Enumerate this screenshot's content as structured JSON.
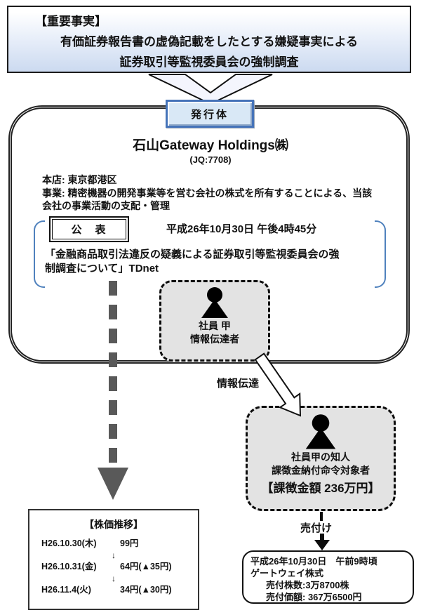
{
  "banner": {
    "line1": "【重要事実】",
    "line2": "有価証券報告書の虚偽記載をしたとする嫌疑事実による",
    "line3": "証券取引等監視委員会の強制調査"
  },
  "issuer_tag": {
    "label": "発行体"
  },
  "issuer": {
    "name": "石山Gateway Holdings㈱",
    "ticker": "(JQ:7708)",
    "head_office": "本店: 東京都港区",
    "business_line1": "事業: 精密機器の開発事業等を営む会社の株式を所有することによる、当該",
    "business_line2": "会社の事業活動の支配・管理"
  },
  "announcement": {
    "label": "公　表",
    "datetime": "平成26年10月30日 午後4時45分",
    "title_line1": "「金融商品取引法違反の疑義による証券取引等監視委員会の強",
    "title_line2": "制調査について」TDnet"
  },
  "employee": {
    "name": "社員 甲",
    "role": "情報伝達者"
  },
  "transfer": {
    "label": "情報伝達"
  },
  "acquaintance": {
    "name": "社員甲の知人",
    "role": "課徴金納付命令対象者",
    "penalty": "【課徴金額 236万円】"
  },
  "sale": {
    "label": "売付け",
    "datetime": "平成26年10月30日　午前9時頃",
    "stock_name": "ゲートウェイ株式",
    "shares": "売付株数:3万8700株",
    "amount": "売付価額: 367万6500円"
  },
  "stock_chart": {
    "type": "table",
    "title": "【株価推移】",
    "arrow": "↓",
    "rows": [
      {
        "date": "H26.10.30(木)",
        "price": "99円"
      },
      {
        "date": "H26.10.31(金)",
        "price": "64円(▲35円)"
      },
      {
        "date": "H26.11.4(火)",
        "price": "34円(▲30円)"
      }
    ]
  },
  "icons": {
    "employee": "person-silhouette",
    "acquaintance": "person-silhouette"
  },
  "colors": {
    "banner_gradient_top": "#ffffff",
    "banner_gradient_bottom": "#ccdaf0",
    "issuer_tag_bg": "#d9e8f6",
    "issuer_tag_border": "#4573b9",
    "bracket_blue": "#4f81bd",
    "person_box_bg": "#e3e3e3",
    "gray_arrow": "#595959"
  }
}
